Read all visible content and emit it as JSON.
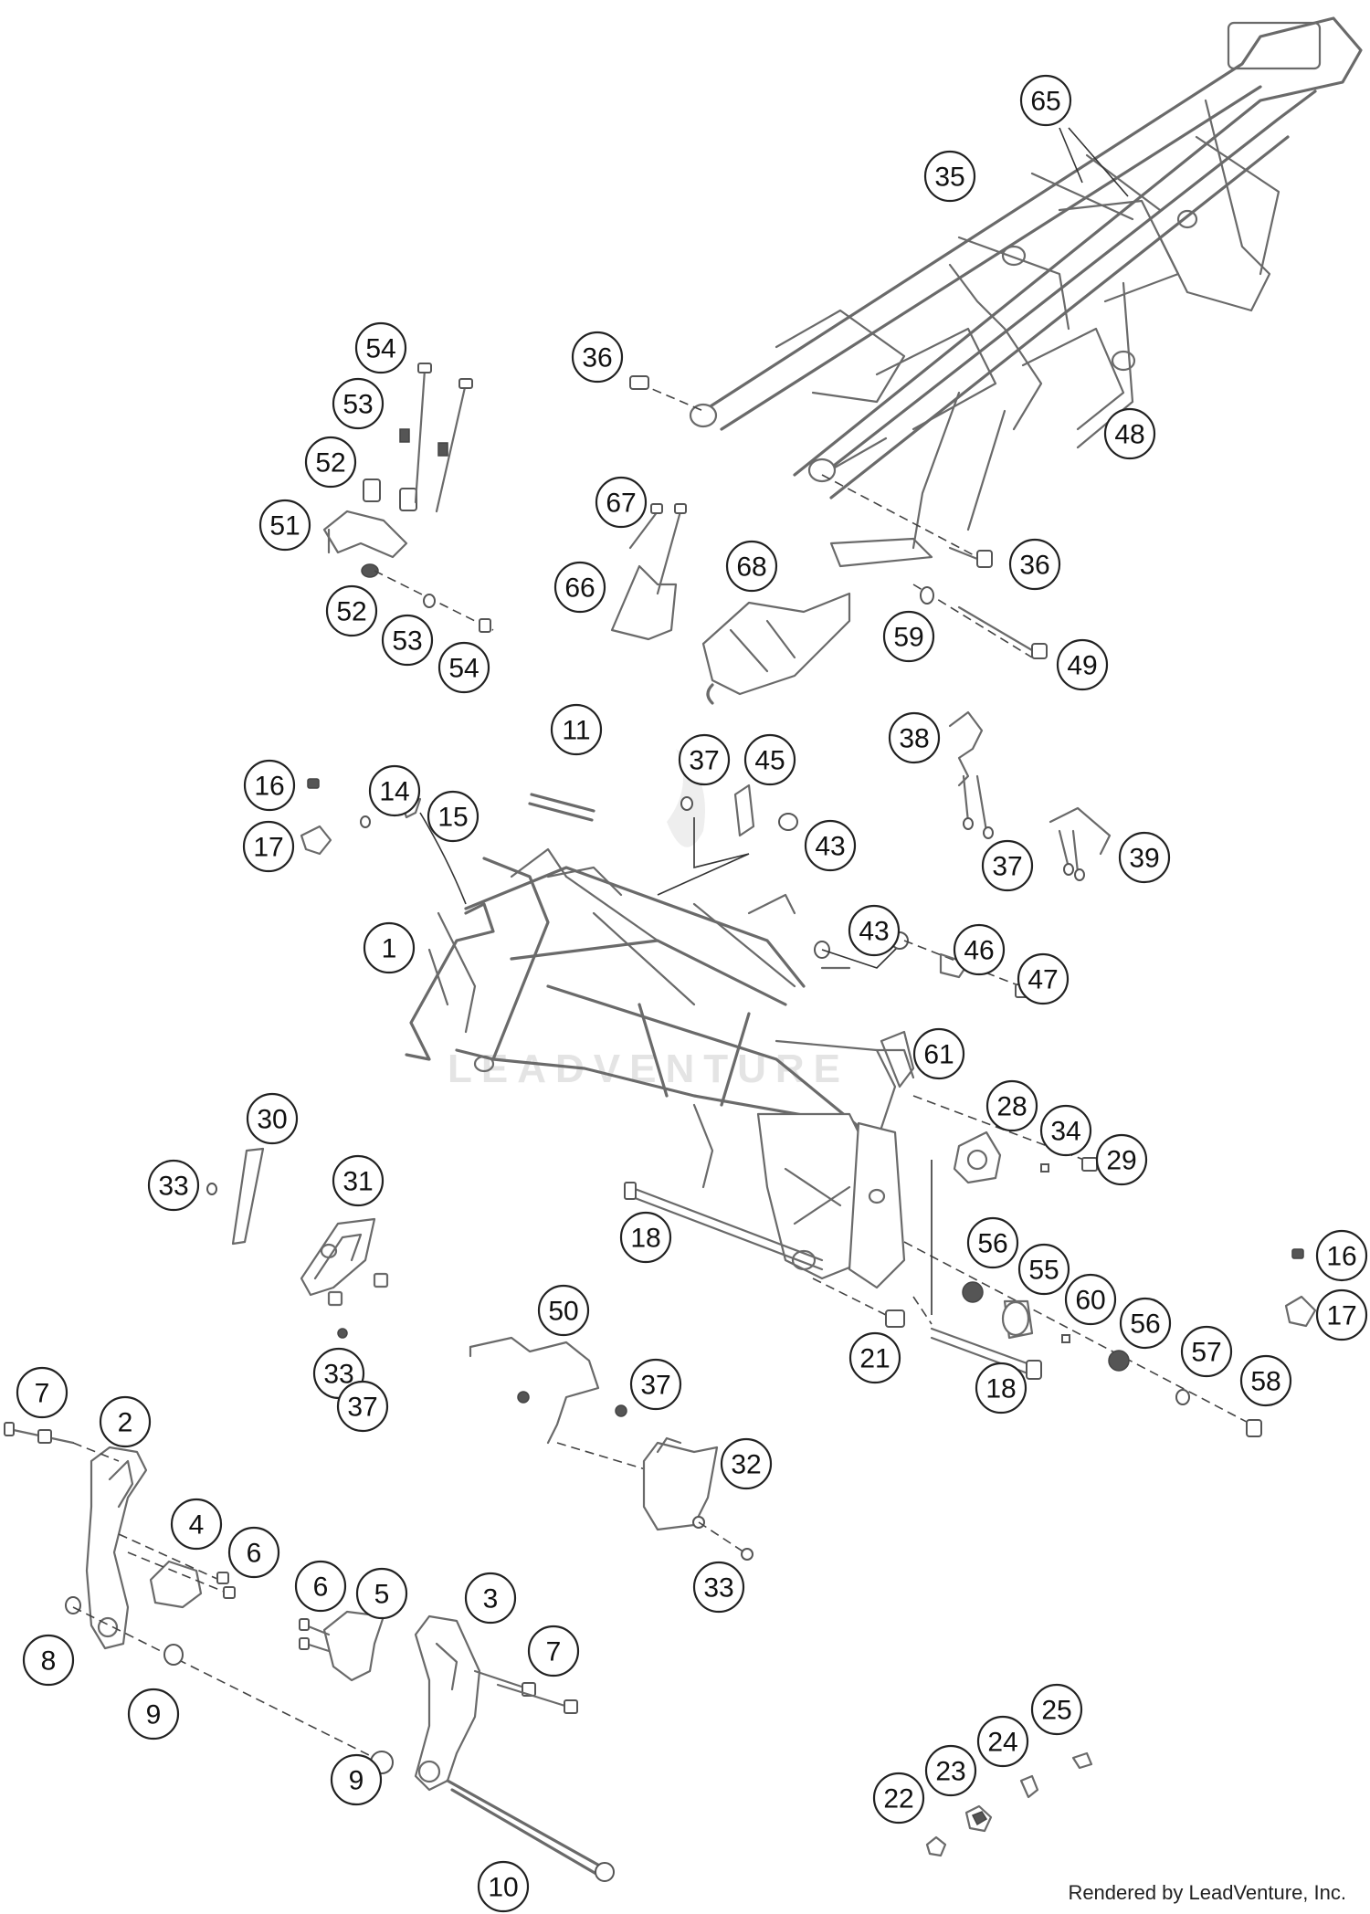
{
  "footer": {
    "credit": "Rendered by LeadVenture, Inc."
  },
  "watermark": {
    "text": "LEADVENTURE"
  },
  "callouts": [
    {
      "label": "65"
    },
    {
      "label": "35"
    },
    {
      "label": "54"
    },
    {
      "label": "36"
    },
    {
      "label": "53"
    },
    {
      "label": "52"
    },
    {
      "label": "48"
    },
    {
      "label": "51"
    },
    {
      "label": "67"
    },
    {
      "label": "36"
    },
    {
      "label": "66"
    },
    {
      "label": "68"
    },
    {
      "label": "52"
    },
    {
      "label": "53"
    },
    {
      "label": "59"
    },
    {
      "label": "54"
    },
    {
      "label": "49"
    },
    {
      "label": "11"
    },
    {
      "label": "38"
    },
    {
      "label": "37"
    },
    {
      "label": "45"
    },
    {
      "label": "16"
    },
    {
      "label": "14"
    },
    {
      "label": "15"
    },
    {
      "label": "43"
    },
    {
      "label": "17"
    },
    {
      "label": "37"
    },
    {
      "label": "39"
    },
    {
      "label": "1"
    },
    {
      "label": "43"
    },
    {
      "label": "46"
    },
    {
      "label": "47"
    },
    {
      "label": "61"
    },
    {
      "label": "30"
    },
    {
      "label": "28"
    },
    {
      "label": "34"
    },
    {
      "label": "29"
    },
    {
      "label": "33"
    },
    {
      "label": "31"
    },
    {
      "label": "18"
    },
    {
      "label": "56"
    },
    {
      "label": "16"
    },
    {
      "label": "55"
    },
    {
      "label": "60"
    },
    {
      "label": "17"
    },
    {
      "label": "50"
    },
    {
      "label": "56"
    },
    {
      "label": "33"
    },
    {
      "label": "21"
    },
    {
      "label": "57"
    },
    {
      "label": "58"
    },
    {
      "label": "37"
    },
    {
      "label": "37"
    },
    {
      "label": "18"
    },
    {
      "label": "7"
    },
    {
      "label": "2"
    },
    {
      "label": "32"
    },
    {
      "label": "4"
    },
    {
      "label": "6"
    },
    {
      "label": "6"
    },
    {
      "label": "5"
    },
    {
      "label": "3"
    },
    {
      "label": "33"
    },
    {
      "label": "7"
    },
    {
      "label": "8"
    },
    {
      "label": "9"
    },
    {
      "label": "25"
    },
    {
      "label": "24"
    },
    {
      "label": "23"
    },
    {
      "label": "22"
    },
    {
      "label": "9"
    },
    {
      "label": "10"
    }
  ]
}
